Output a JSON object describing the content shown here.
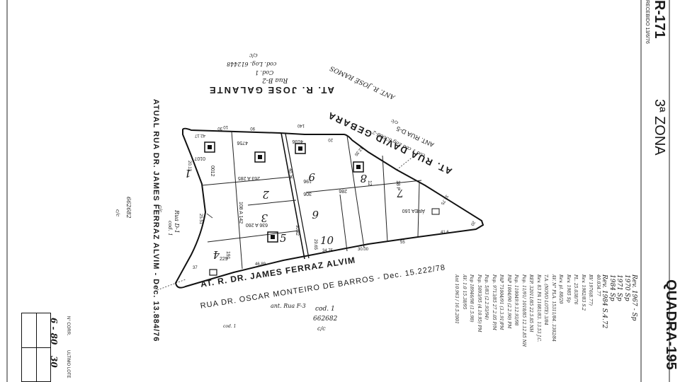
{
  "header": {
    "sheet_code": "R-171",
    "zone": "3ª ZONA",
    "quadra": "QUADRA-195",
    "top_small_note": "RECEBIDO 13/6/76"
  },
  "streets": {
    "top_street": "AT. R. JOSE GALANTE",
    "top_street_note": "Cod. 1",
    "top_street_code": "cod. Log. 612448",
    "top_street_handwritten": "Rua B-2",
    "top_street_cc": "c/c",
    "diagonal_street": "AT. RUA DAVID GEBARA",
    "diagonal_ant1": "ANT. RUA D-5",
    "diagonal_ant2": "ANT. R. JOSÉ RAMOS",
    "diagonal_code": "cod 1 cod Log 63068-2",
    "diagonal_cc": "c/c",
    "bottom_street": "AT. R. DR. JAMES FERRAZ ALVIM",
    "bottom_street_old": "RUA DR. OSCAR MONTEIRO DE BARROS - Dec. 15.222/78",
    "bottom_ant": "ant. Rua F-3",
    "bottom_cod": "cod. 1",
    "bottom_code": "662682",
    "bottom_cc": "c/c",
    "bottom_small": "cod. 1",
    "left_street": "ATUAL RUA DR. JAMES FERRAZ ALVIM - Dec. 13.884/76",
    "left_handwritten": "Rua D-1",
    "left_cod": "cod. 1",
    "left_cc": "c/c",
    "left_code": "662682",
    "left_cc2": "c/c"
  },
  "lots": [
    {
      "label": "1",
      "area": "0012"
    },
    {
      "label": "2",
      "area": "263 A 285"
    },
    {
      "label": "3",
      "area": "636 A 260"
    },
    {
      "label": "4",
      "area": "191"
    },
    {
      "label": "5",
      "area": "229"
    },
    {
      "label": "6",
      "area": "18 P"
    },
    {
      "label": "7",
      "area": "12"
    },
    {
      "label": "8",
      "area": "286"
    },
    {
      "label": "9",
      "area": "196"
    },
    {
      "label": "10",
      "area": "306"
    },
    {
      "label": "4",
      "area": "ÁREA 160"
    }
  ],
  "lot_extra": {
    "lot1_number": "0107",
    "lot1_number2": "4756",
    "lot2_range": "108 A 142",
    "lot8_number": "4036",
    "lot_extra_area": "ÁREA 160"
  },
  "measures": [
    "42.17",
    "30",
    "90",
    "140",
    "12.35",
    "32.75",
    "40.75",
    "20",
    "30.00",
    "34.75",
    "55",
    "30.82",
    "41.6",
    "37",
    "25.51",
    "20.13",
    "46.89",
    "29.65",
    "20",
    "10"
  ],
  "revisions": [
    "Rev. 1967 - Sp",
    "1970 Sp",
    "1971 Sp",
    "1984 Sp",
    "Rev. 1984 S.4.72",
    "40.034.77",
    "RV 1976(8.77)",
    "Rev. 1982/83 S.2",
    "PL. 25.038/76",
    "Rev. 1985 Sp",
    "Rev. pl. 88/20",
    "AV. N° PLA. 15311/84. 3302/84",
    "T.A. (NOVO LOTE) 3/84",
    "Rev. 83 PA 11081/83. 13.53 J.C.",
    "REP. 32011/85 22.5.85 NH",
    "Pap. 11/91/ 1018/85 12.12.85 NH",
    "Pap. 110049.9.12.93/98",
    "PAP 1004/90 (2.2.90) PM",
    "PAP 71004/91 (3.3.91)PM",
    "Pap. 9713/85 27.2.05 P/M",
    "Pap. 5/83 (2.2.93/94)",
    "Pap. 5093/95 (4.10.95) PM",
    "Pap 18946/98 (1.5.98)",
    "AV. 1.0 15.38/95",
    "Ant 10.963 / 16.5.2001"
  ],
  "side_box": {
    "label1": "ULTIMO LOTE",
    "value1": "30",
    "label2": "N° CORR.",
    "value2": "6 - 80"
  }
}
